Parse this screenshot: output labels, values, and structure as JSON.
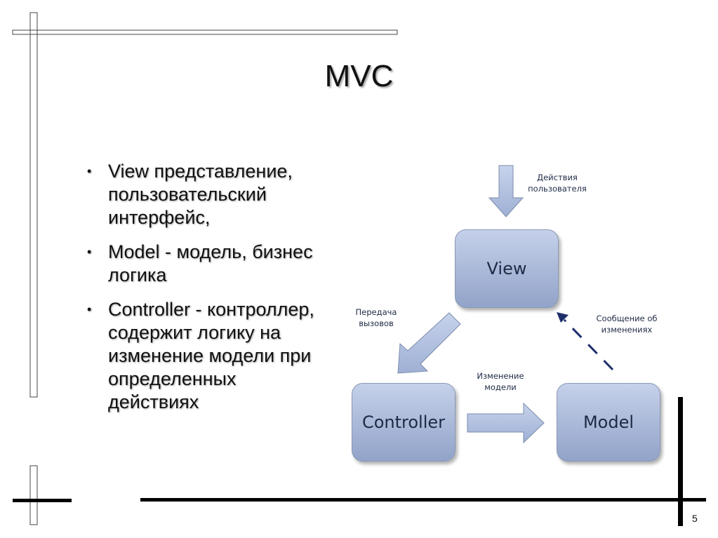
{
  "slide": {
    "title": "MVC",
    "page_number": "5",
    "bullets": [
      "View представление, пользовательский интерфейс,",
      "Model - модель, бизнес логика",
      "Controller - контроллер, содержит логику на изменение модели при определенных действиях"
    ]
  },
  "diagram": {
    "nodes": {
      "view": "View",
      "controller": "Controller",
      "model": "Model"
    },
    "labels": {
      "user_actions": [
        "Действия",
        "пользователя"
      ],
      "call_transfer": [
        "Передача",
        "вызовов"
      ],
      "model_change": [
        "Изменение",
        "модели"
      ],
      "change_message": [
        "Сообщение об",
        "изменениях"
      ]
    },
    "colors": {
      "box_fill_top": "#c5d1ea",
      "box_fill_bottom": "#92a3c9",
      "arrow_dashed": "#1f2f6b"
    }
  }
}
